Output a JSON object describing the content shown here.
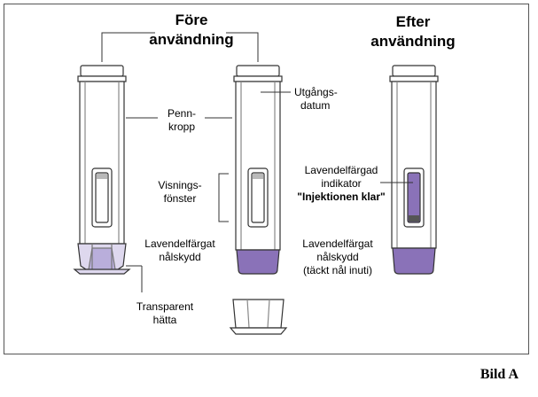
{
  "headers": {
    "before_line1": "Före",
    "before_line2": "användning",
    "after_line1": "Efter",
    "after_line2": "användning"
  },
  "labels": {
    "pen_body_1": "Penn-",
    "pen_body_2": "kropp",
    "expiry_1": "Utgångs-",
    "expiry_2": "datum",
    "window_1": "Visnings-",
    "window_2": "fönster",
    "indicator_1": "Lavendelfärgad",
    "indicator_2": "indikator",
    "indicator_3": "\"Injektionen klar\"",
    "guard_1": "Lavendelfärgat",
    "guard_2": "nålskydd",
    "guard_after_1": "Lavendelfärgat",
    "guard_after_2": "nålskydd",
    "guard_after_3": "(täckt nål inuti)",
    "cap_1": "Transparent",
    "cap_2": "hätta"
  },
  "caption": "Bild A",
  "colors": {
    "lavender": "#8a72b8",
    "cap_tint": "#ded8ee",
    "indicator_fill": "#8a72b8",
    "window_grey": "#b9b9b9"
  }
}
